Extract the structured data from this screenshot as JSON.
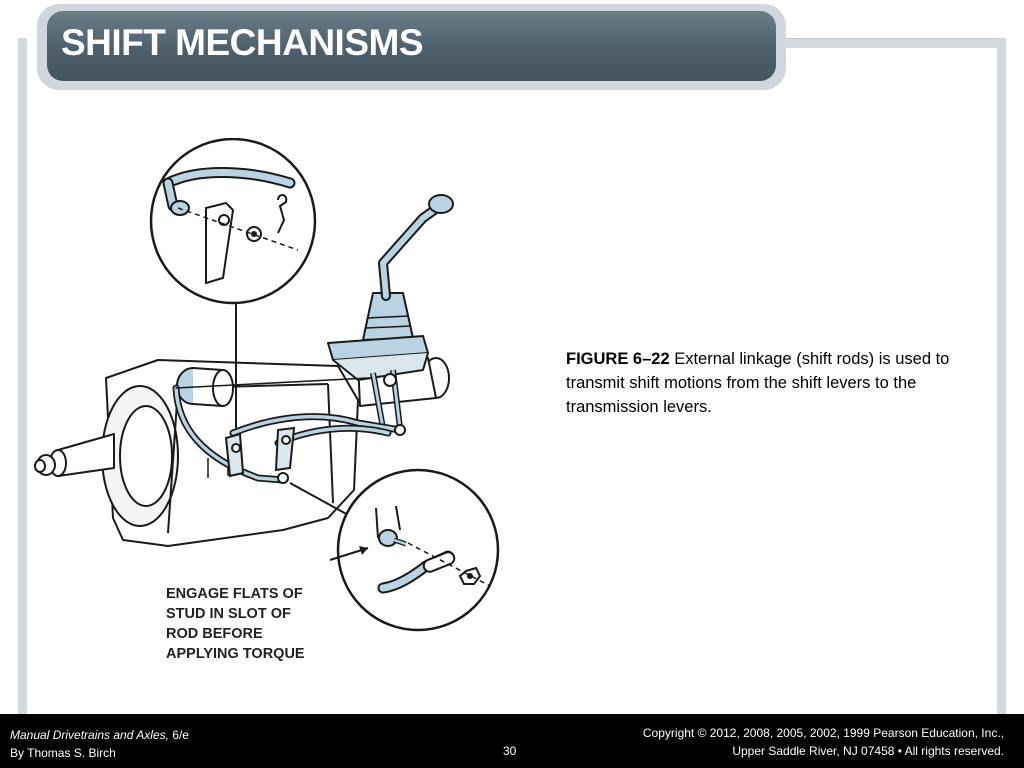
{
  "slide": {
    "title": "SHIFT MECHANISMS",
    "caption": {
      "figure_label": "FIGURE 6–22",
      "text": " External linkage (shift rods) is used to transmit shift motions from the shift levers to the transmission levers."
    },
    "figure": {
      "callout_lines": [
        "ENGAGE FLATS OF",
        "STUD IN SLOT OF",
        "ROD BEFORE",
        "APPLYING TORQUE"
      ]
    }
  },
  "footer": {
    "book_title": "Manual Drivetrains and Axles,",
    "edition": " 6/e",
    "author": "By Thomas S. Birch",
    "page_number": "30",
    "copyright_line1": "Copyright © 2012, 2008, 2005, 2002, 1999 Pearson Education, Inc.,",
    "copyright_line2": "Upper Saddle River, NJ 07458 • All rights reserved."
  },
  "colors": {
    "title_bar": "#4d5f6b",
    "frame": "#d3dadf",
    "rod_blue": "#b9d3e2",
    "footer_bg": "#000000"
  }
}
